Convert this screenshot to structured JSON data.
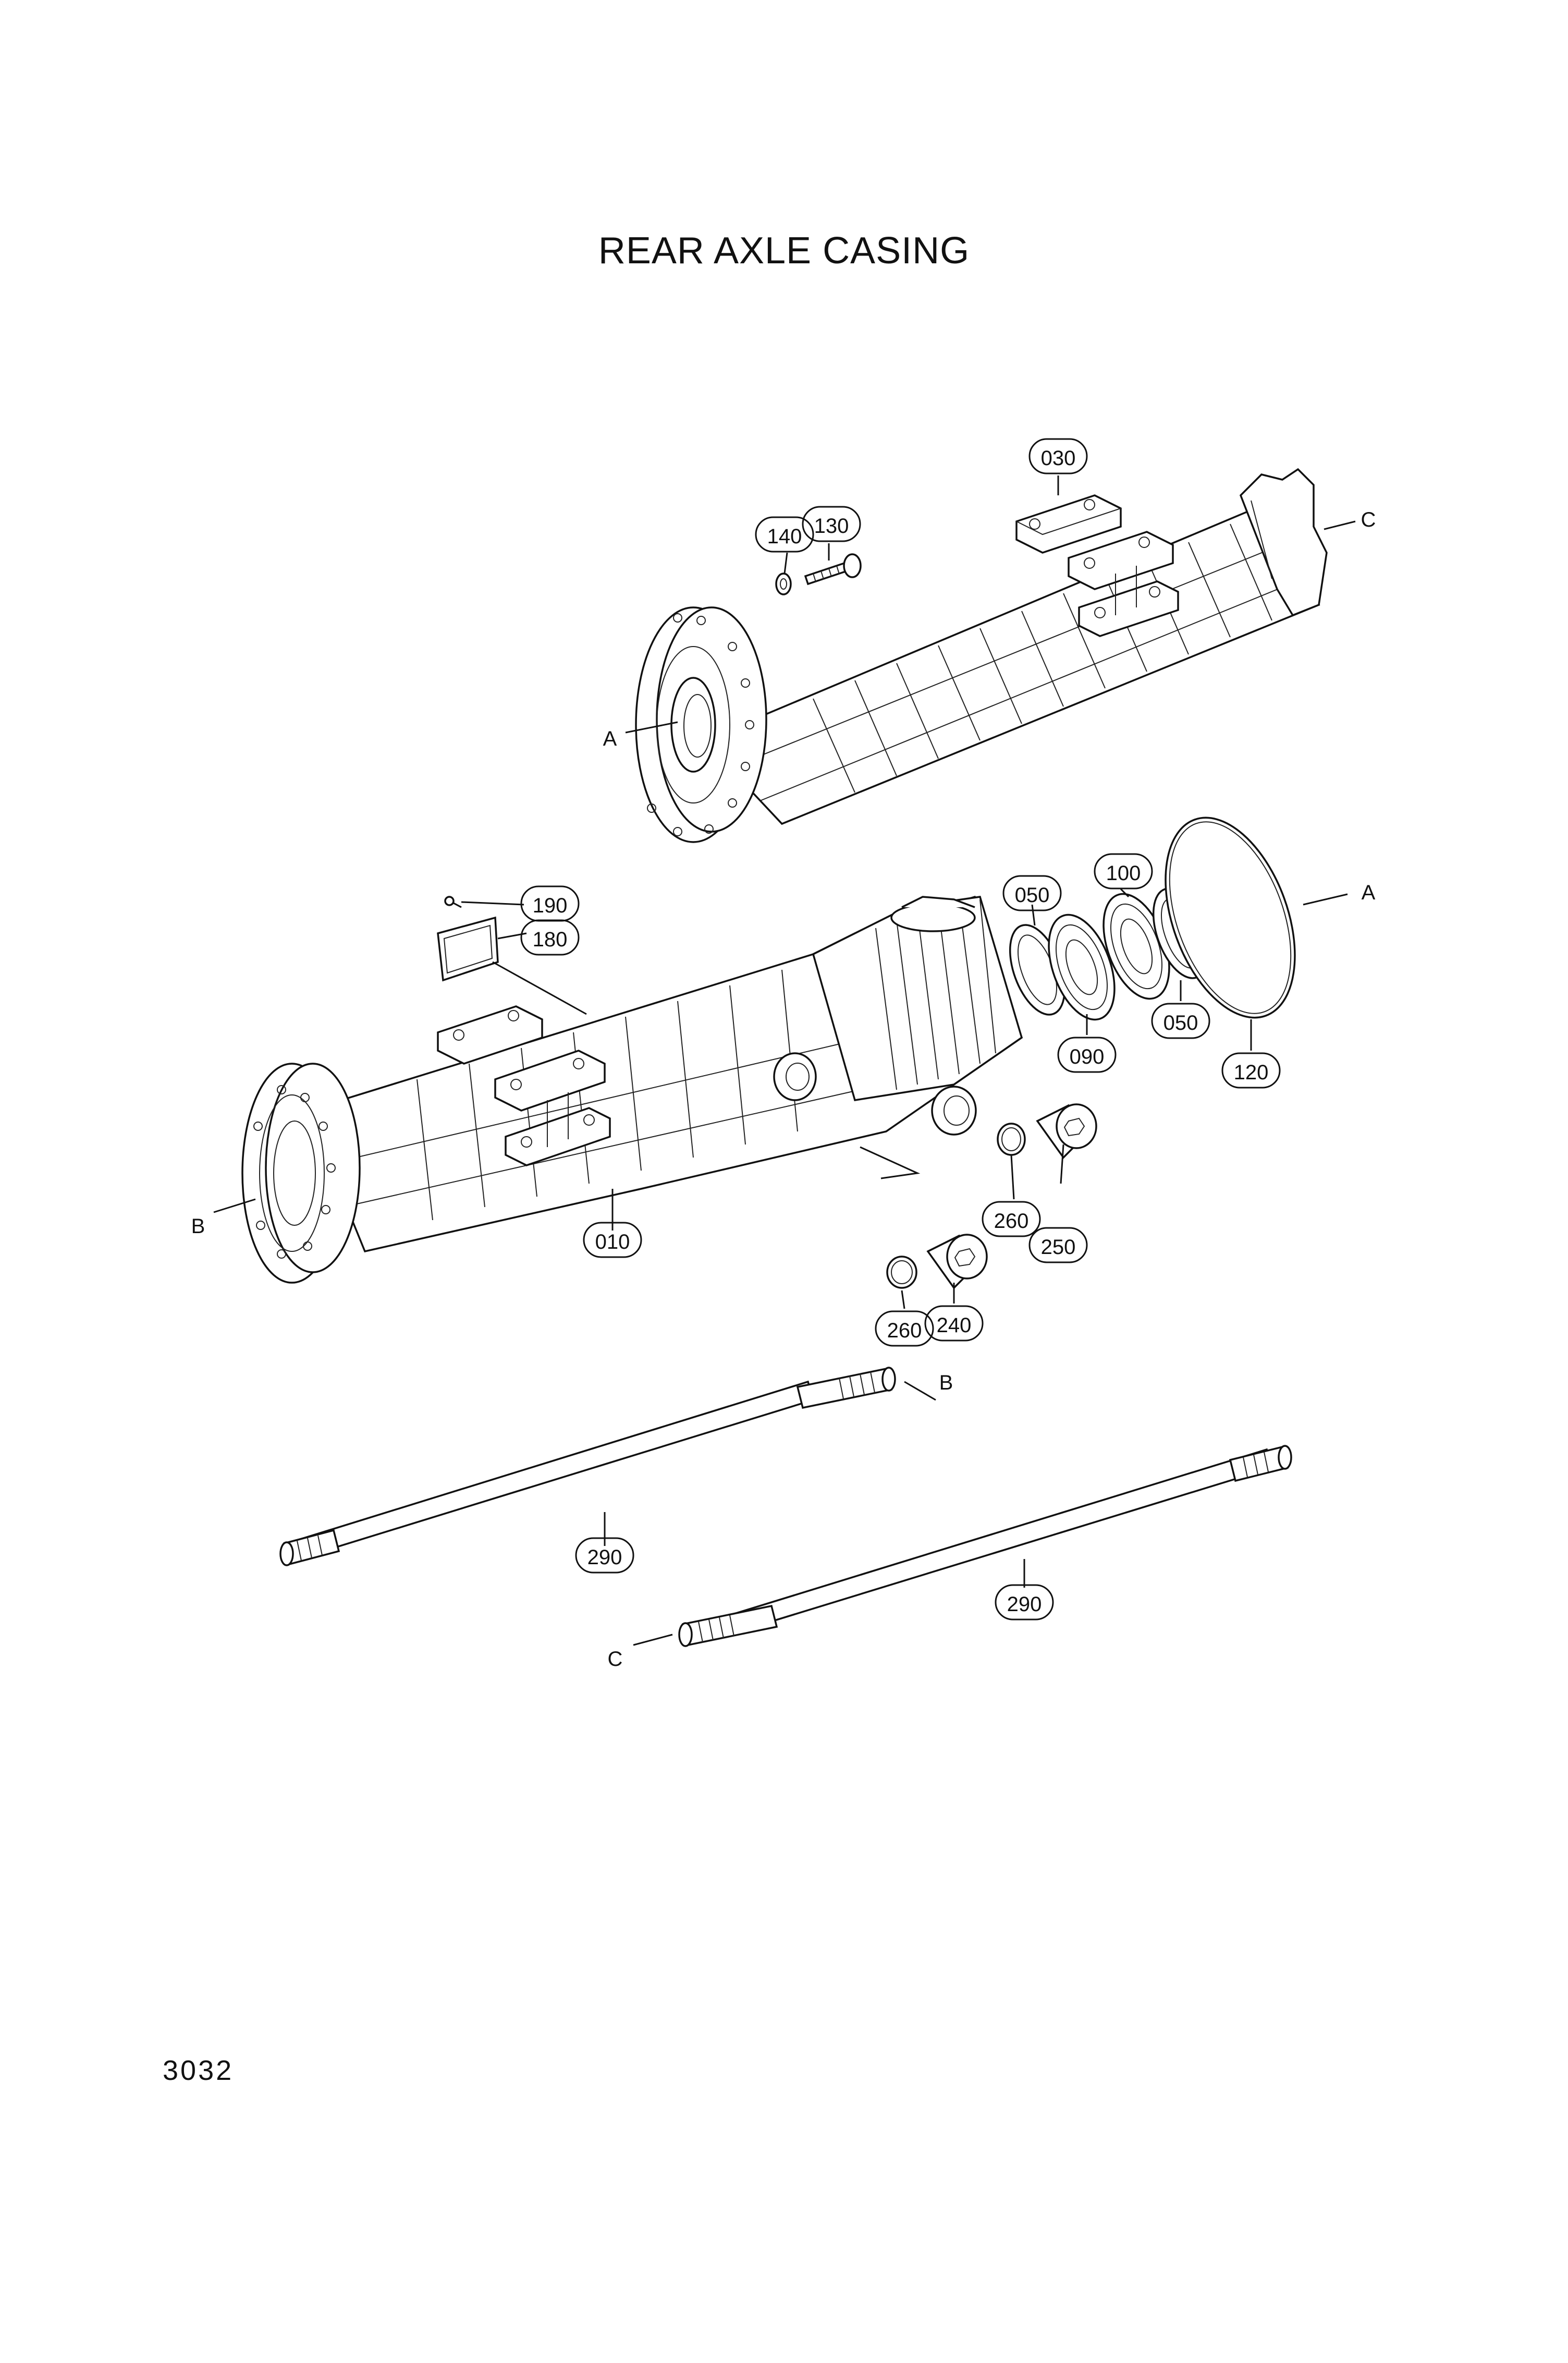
{
  "title": "REAR AXLE CASING",
  "page_number": "3032",
  "callouts": {
    "p030": "030",
    "p130": "130",
    "p140": "140",
    "p190": "190",
    "p180": "180",
    "p050a": "050",
    "p100": "100",
    "p090": "090",
    "p050b": "050",
    "p120": "120",
    "p010": "010",
    "p260a": "260",
    "p260b": "260",
    "p250": "250",
    "p240": "240",
    "p290a": "290",
    "p290b": "290"
  },
  "refs": {
    "a1": "A",
    "a2": "A",
    "b1": "B",
    "b2": "B",
    "c1": "C",
    "c2": "C"
  }
}
